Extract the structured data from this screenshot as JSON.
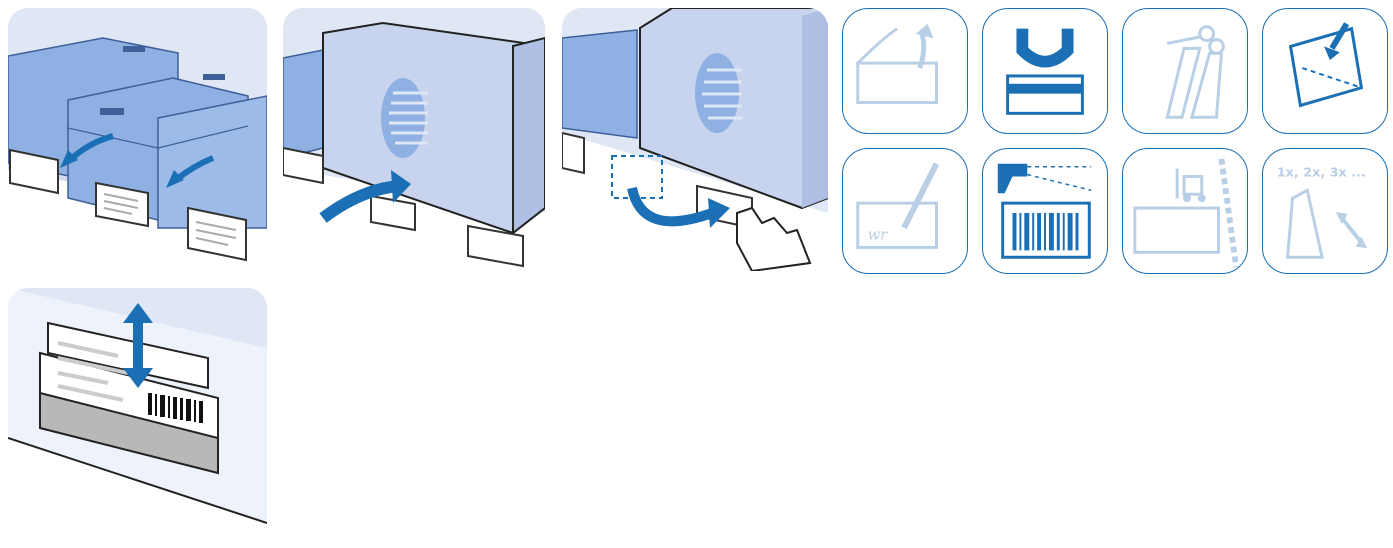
{
  "colors": {
    "panel_bg": "#dfe6f4",
    "shelf": "#ffffff",
    "crate": "#8eb0e3",
    "crate_dark": "#5f86c4",
    "box": "#c8d4ee",
    "arrow": "#1a6fb5",
    "icon_border": "#1a6fb5",
    "icon_faded": "#b9cfe6",
    "icon_active": "#1a6fb5",
    "label_gray": "#b8b8b8"
  },
  "scenes": [
    {
      "id": "crates-label",
      "icon": "crate-arrow-icon"
    },
    {
      "id": "box-label",
      "icon": "box-arrow-icon"
    },
    {
      "id": "slide-label",
      "icon": "hand-slide-icon"
    },
    {
      "id": "insert-card",
      "icon": "card-pocket-icon"
    }
  ],
  "icon_tiles": [
    {
      "name": "peel-icon",
      "active": false
    },
    {
      "name": "magnet-icon",
      "active": true
    },
    {
      "name": "scissors-icon",
      "active": false
    },
    {
      "name": "insert-pocket-icon",
      "active": true
    },
    {
      "name": "write-icon",
      "active": false,
      "text": "wr"
    },
    {
      "name": "barcode-scanner-icon",
      "active": true
    },
    {
      "name": "forklift-icon",
      "active": false
    },
    {
      "name": "reusable-icon",
      "active": false,
      "text": "1x, 2x, 3x ..."
    }
  ]
}
